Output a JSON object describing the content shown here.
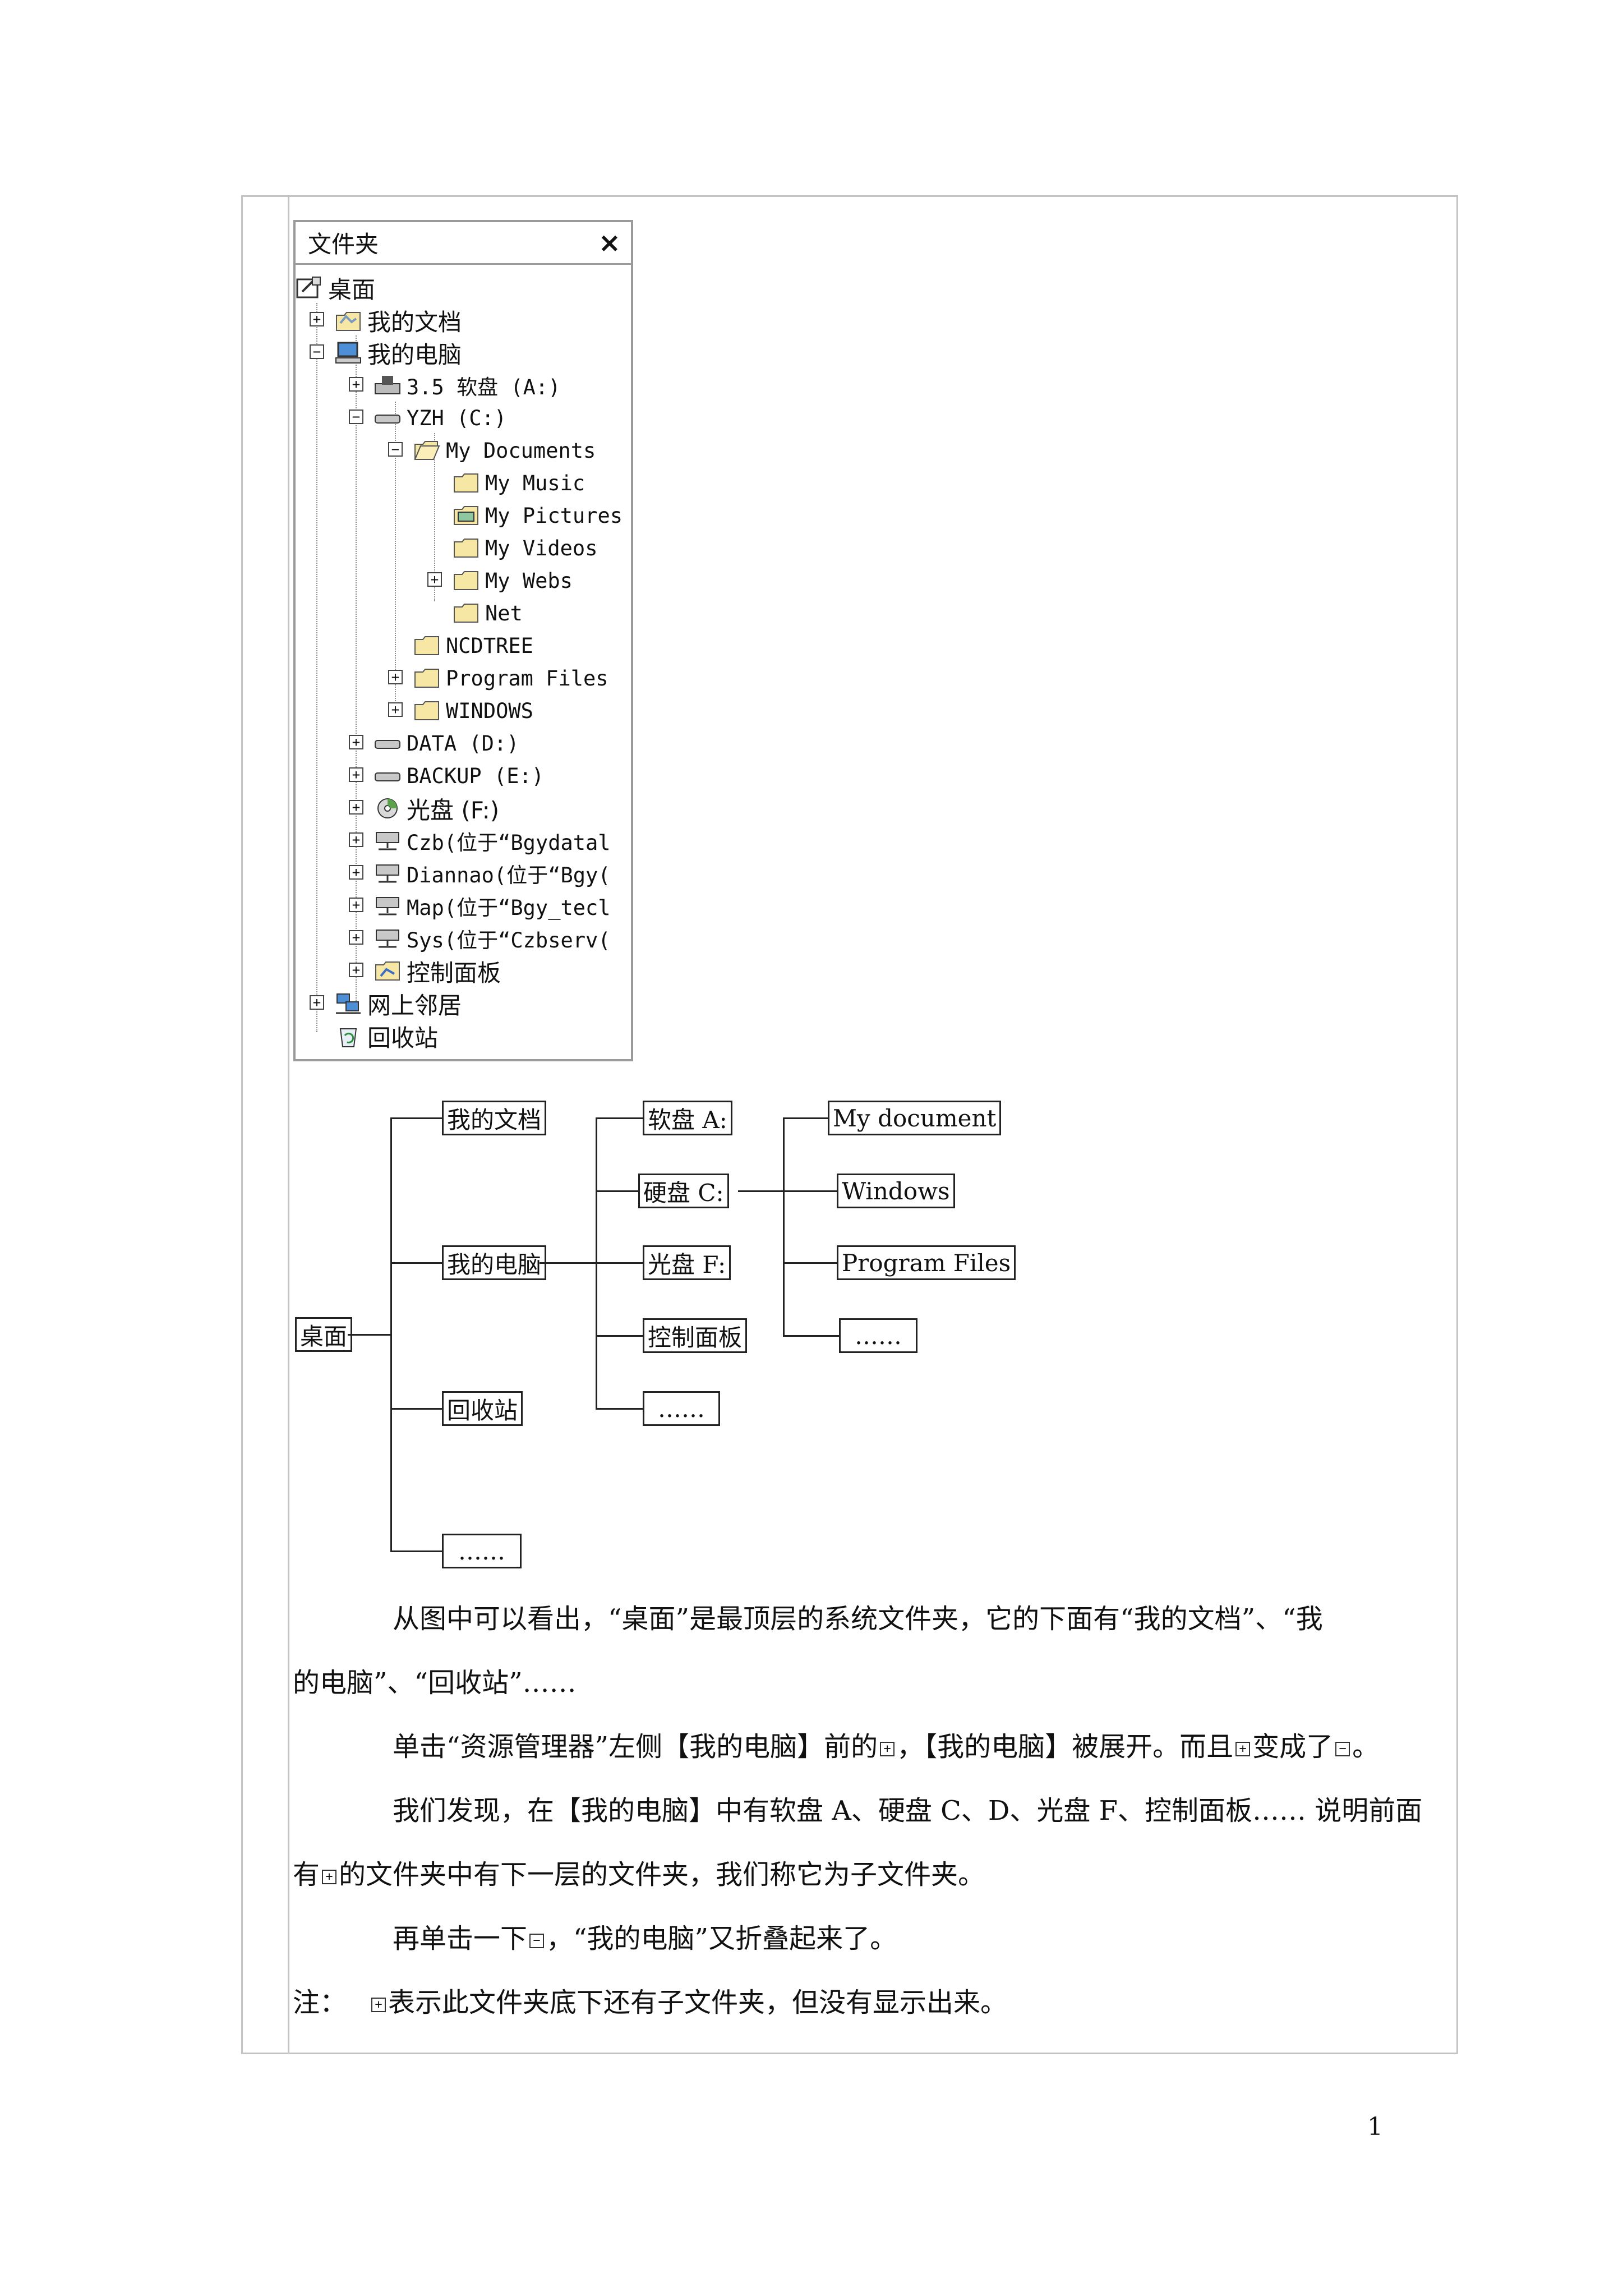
{
  "explorer": {
    "title": "文件夹",
    "close_symbol": "×",
    "expand_symbol": "+",
    "collapse_symbol": "−",
    "items": [
      {
        "label": "桌面"
      },
      {
        "label": "我的文档"
      },
      {
        "label": "我的电脑"
      },
      {
        "label": "3.5 软盘 (A:)"
      },
      {
        "label": "YZH (C:)"
      },
      {
        "label": "My Documents"
      },
      {
        "label": "My Music"
      },
      {
        "label": "My Pictures"
      },
      {
        "label": "My Videos"
      },
      {
        "label": "My Webs"
      },
      {
        "label": "Net"
      },
      {
        "label": "NCDTREE"
      },
      {
        "label": "Program Files"
      },
      {
        "label": "WINDOWS"
      },
      {
        "label": "DATA (D:)"
      },
      {
        "label": "BACKUP (E:)"
      },
      {
        "label": "光盘 (F:)"
      },
      {
        "label": "Czb(位于“Bgydatal"
      },
      {
        "label": "Diannao(位于“Bgy("
      },
      {
        "label": "Map(位于“Bgy_tecl"
      },
      {
        "label": "Sys(位于“Czbserv("
      },
      {
        "label": "控制面板"
      },
      {
        "label": "网上邻居"
      },
      {
        "label": "回收站"
      }
    ]
  },
  "diagram": {
    "root": "桌面",
    "level1": [
      "我的文档",
      "我的电脑",
      "回收站",
      "……"
    ],
    "level2": [
      "软盘 A:",
      "硬盘 C:",
      "光盘 F:",
      "控制面板",
      "……"
    ],
    "level3": [
      "My document",
      "Windows",
      "Program Files",
      "……"
    ]
  },
  "text": {
    "p1_line1": "从图中可以看出，“桌面”是最顶层的系统文件夹，它的下面有“我的文档”、“我",
    "p1_line2": "的电脑”、“回收站”……",
    "p2_a": "单击“资源管理器”左侧【我的电脑】前的",
    "p2_b": "，【我的电脑】被展开。而且",
    "p2_c": "变成了",
    "p2_d": "。",
    "p3_line1": "我们发现，在【我的电脑】中有软盘 A、硬盘 C、D、光盘 F、控制面板……  说明前面",
    "p3_line2a": "有",
    "p3_line2b": "的文件夹中有下一层的文件夹，我们称它为子文件夹。",
    "p4_a": "再单击一下",
    "p4_b": "，“我的电脑”又折叠起来了。",
    "note_label": "注：",
    "note_text": "表示此文件夹底下还有子文件夹，但没有显示出来。"
  },
  "page_number": "1"
}
